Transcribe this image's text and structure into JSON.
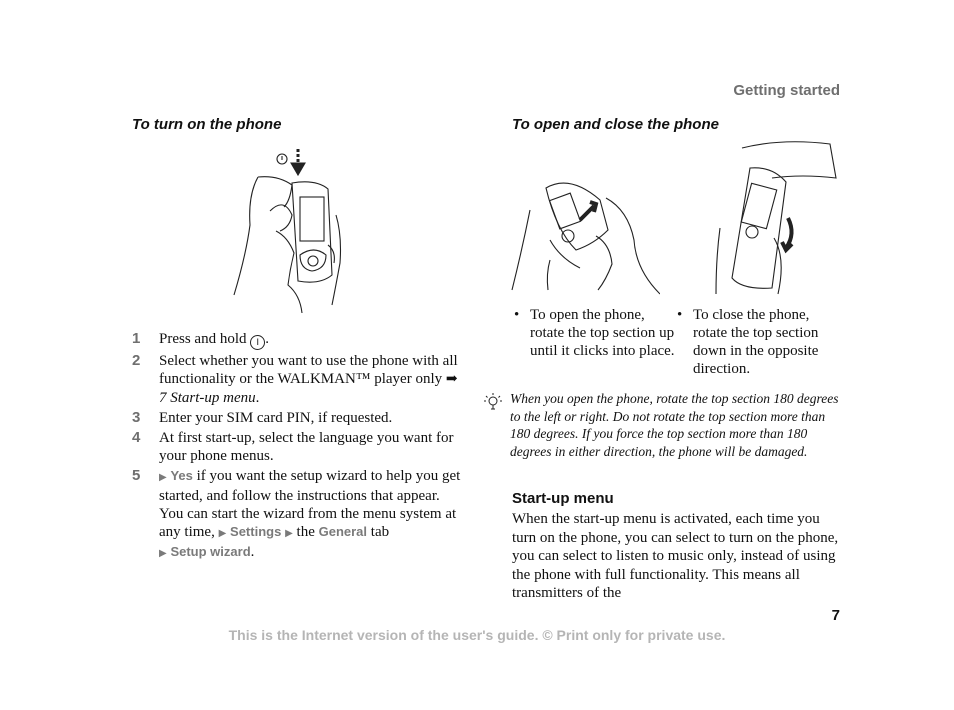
{
  "header": {
    "section_title": "Getting started"
  },
  "left": {
    "heading": "To turn on the phone",
    "steps": [
      {
        "num": "1",
        "text_a": "Press and hold ",
        "text_b": "."
      },
      {
        "num": "2",
        "text": "Select whether you want to use the phone with all functionality or the WALKMAN™ player only",
        "ref": "7 Start-up menu"
      },
      {
        "num": "3",
        "text": "Enter your SIM card PIN, if requested."
      },
      {
        "num": "4",
        "text": "At first start-up, select the language you want for your phone menus."
      },
      {
        "num": "5",
        "kw_yes": "Yes",
        "text_a": "if you want the setup wizard to help you get started, and follow the instructions that appear. You can start the wizard from the menu system at any time,",
        "kw_settings": "Settings",
        "text_b": "the",
        "kw_general": "General",
        "text_c": "tab",
        "kw_setup": "Setup wizard"
      }
    ]
  },
  "right": {
    "heading": "To open and close the phone",
    "bullets": [
      "To open the phone, rotate the top section up until it clicks into place.",
      "To close the phone, rotate the top section down in the opposite direction."
    ],
    "tip": "When you open the phone, rotate the top section 180 degrees to the left or right. Do not rotate the top section more than 180 degrees. If you force the top section more than 180 degrees in either direction, the phone will be damaged.",
    "startup_title": "Start-up menu",
    "startup_text": "When the start-up menu is activated, each time you turn on the phone, you can select to turn on the phone, you can select to listen to music only, instead of using the phone with full functionality. This means all transmitters of the"
  },
  "page_number": "7",
  "footer": "This is the Internet version of the user's guide. © Print only for private use."
}
